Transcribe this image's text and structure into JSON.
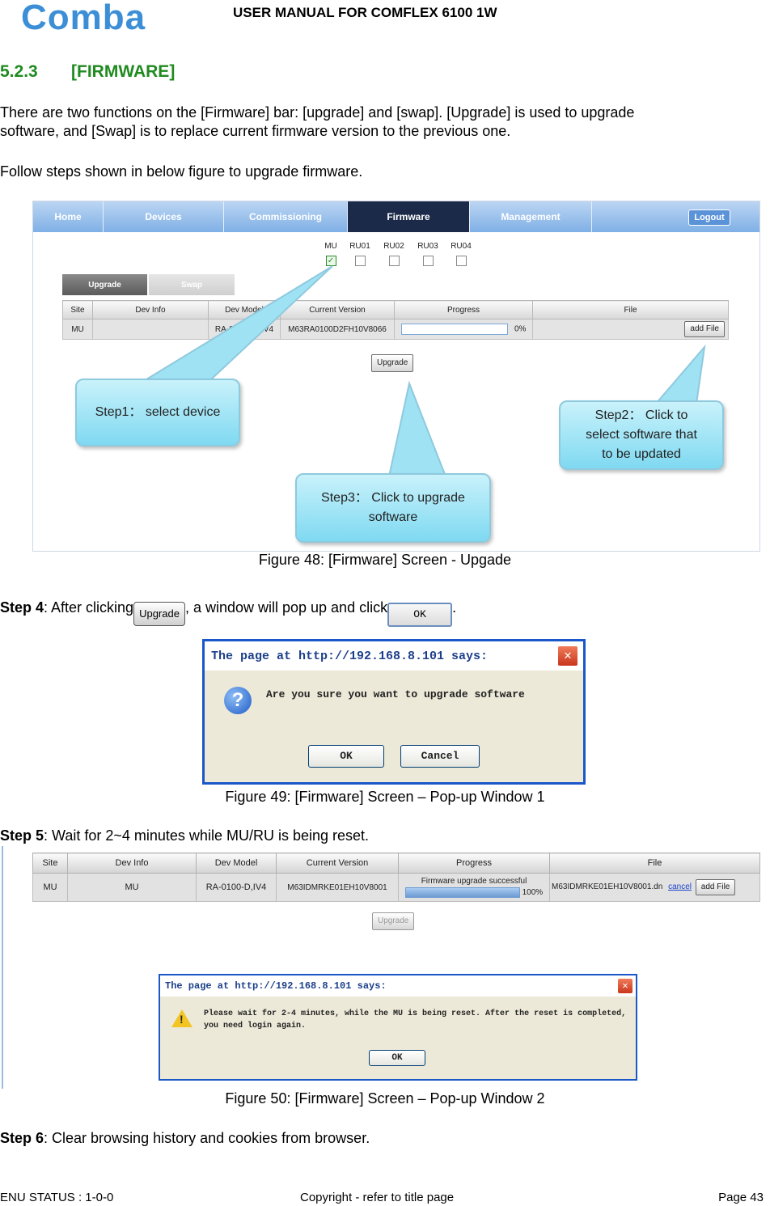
{
  "header": {
    "logo_text": "Comba",
    "title": "USER MANUAL FOR COMFLEX 6100 1W"
  },
  "section": {
    "number": "5.2.3",
    "title": "[FIRMWARE]"
  },
  "intro": {
    "line1": "There are two functions on the [Firmware] bar: [upgrade] and [swap]. [Upgrade] is used to upgrade",
    "line2": "software, and [Swap] is to replace current firmware version to the previous one.",
    "follow": "Follow steps shown in below figure to upgrade firmware."
  },
  "fig48": {
    "nav": [
      "Home",
      "Devices",
      "Commissioning",
      "Firmware",
      "Management"
    ],
    "logout": "Logout",
    "checkbox_labels": [
      "MU",
      "RU01",
      "RU02",
      "RU03",
      "RU04"
    ],
    "tab_upgrade": "Upgrade",
    "tab_swap": "Swap",
    "columns": [
      "Site",
      "Dev Info",
      "Dev Model",
      "Current Version",
      "Progress",
      "File"
    ],
    "row": {
      "site": "MU",
      "dev_info": "",
      "dev_model": "RA-010",
      "dev_model_end": "V4",
      "version": "M63RA0100D2FH10V8066",
      "progress": "0%",
      "file_button": "add File"
    },
    "upgrade_button": "Upgrade",
    "bubble1": "Step1： select device",
    "bubble2_l1": "Step2： Click to",
    "bubble2_l2": "select software that",
    "bubble2_l3": "to be updated",
    "bubble3_l1": "Step3： Click to upgrade",
    "bubble3_l2": "software"
  },
  "caption48": "Figure 48: [Firmware] Screen - Upgade",
  "step4": {
    "label": "Step 4",
    "text_a": ": After clicking",
    "button1": "Upgrade",
    "text_b": ", a window will pop up and click",
    "button2": "OK",
    "text_c": "."
  },
  "fig49": {
    "title": "The page at http://192.168.8.101 says:",
    "close": "✕",
    "icon": "?",
    "message": "Are you sure you want to upgrade software",
    "ok": "OK",
    "cancel": "Cancel"
  },
  "caption49": "Figure 49: [Firmware] Screen – Pop-up Window 1",
  "step5": {
    "label": "Step 5",
    "text": ": Wait for 2~4 minutes while MU/RU is being reset."
  },
  "fig50": {
    "columns": [
      "Site",
      "Dev Info",
      "Dev Model",
      "Current Version",
      "Progress",
      "File"
    ],
    "row": {
      "site": "MU",
      "dev_info": "MU",
      "dev_model": "RA-0100-D,IV4",
      "version": "M63IDMRKE01EH10V8001",
      "progress_text": "Firmware upgrade successful",
      "progress": "100%",
      "progress_value": 1.0,
      "file": "M63IDMRKE01EH10V8001.dn",
      "cancel": "cancel",
      "add_file": "add File"
    },
    "upgrade_button": "Upgrade",
    "dialog_title": "The page at http://192.168.8.101 says:",
    "dialog_close": "✕",
    "dialog_line1": "Please wait for 2-4 minutes, while the MU is being reset. After the reset is completed,",
    "dialog_line2": "you need login again.",
    "dialog_ok": "OK"
  },
  "caption50": "Figure 50: [Firmware] Screen – Pop-up Window 2",
  "step6": {
    "label": "Step 6",
    "text": ": Clear browsing history and cookies from browser."
  },
  "footer": {
    "left": "ENU STATUS : 1-0-0",
    "center": "Copyright - refer to title page",
    "right": "Page 43"
  },
  "colors": {
    "heading": "#1f8a1f",
    "logo": "#3c8fd6",
    "nav_active": "#1c2a4a"
  }
}
